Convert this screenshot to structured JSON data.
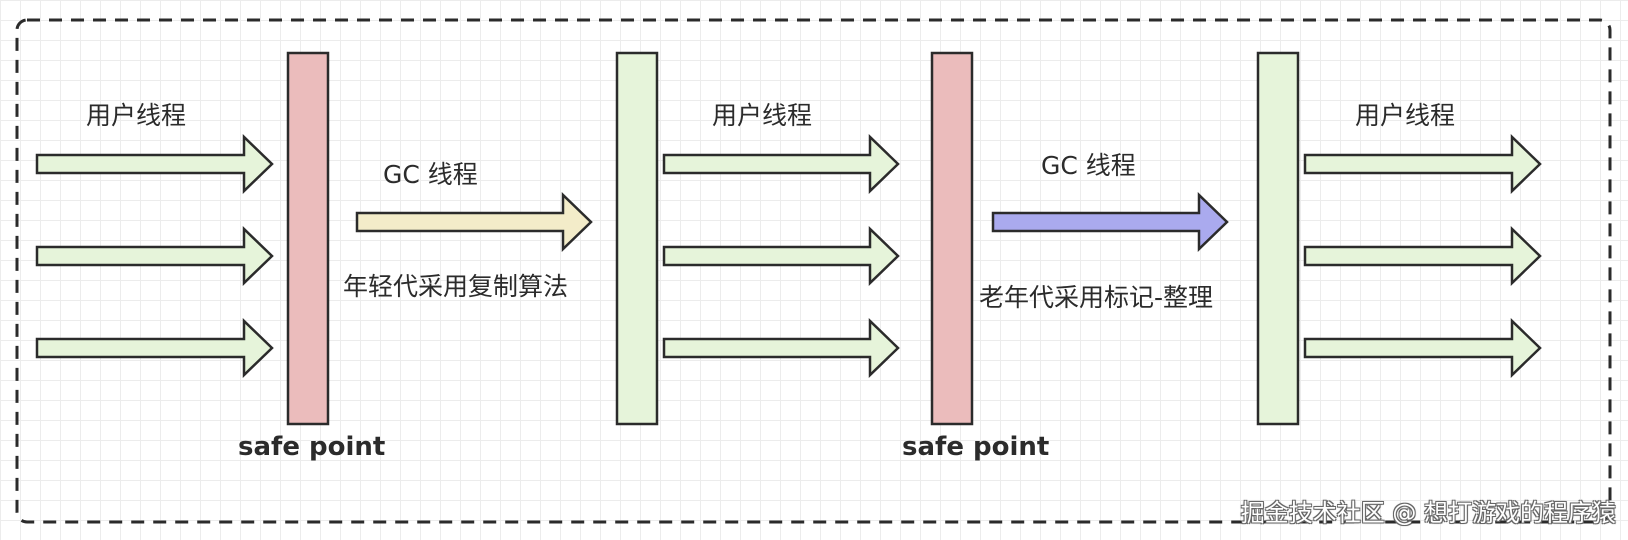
{
  "labels": {
    "user_thread_1": "用户线程",
    "user_thread_2": "用户线程",
    "user_thread_3": "用户线程",
    "gc_thread_1": "GC 线程",
    "gc_thread_2": "GC 线程",
    "young_gen_note": "年轻代采用复制算法",
    "old_gen_note": "老年代采用标记-整理",
    "safe_point_1": "safe point",
    "safe_point_2": "safe point"
  },
  "watermark": "掘金技术社区 @ 想打游戏的程序猿",
  "colors": {
    "safe_point_bar": "#ebbcbc",
    "resume_bar": "#e6f4da",
    "user_arrow": "#e6f4da",
    "gc_arrow_young": "#f3ecc9",
    "gc_arrow_old": "#aaaaee",
    "outline": "#2b2b2b"
  }
}
